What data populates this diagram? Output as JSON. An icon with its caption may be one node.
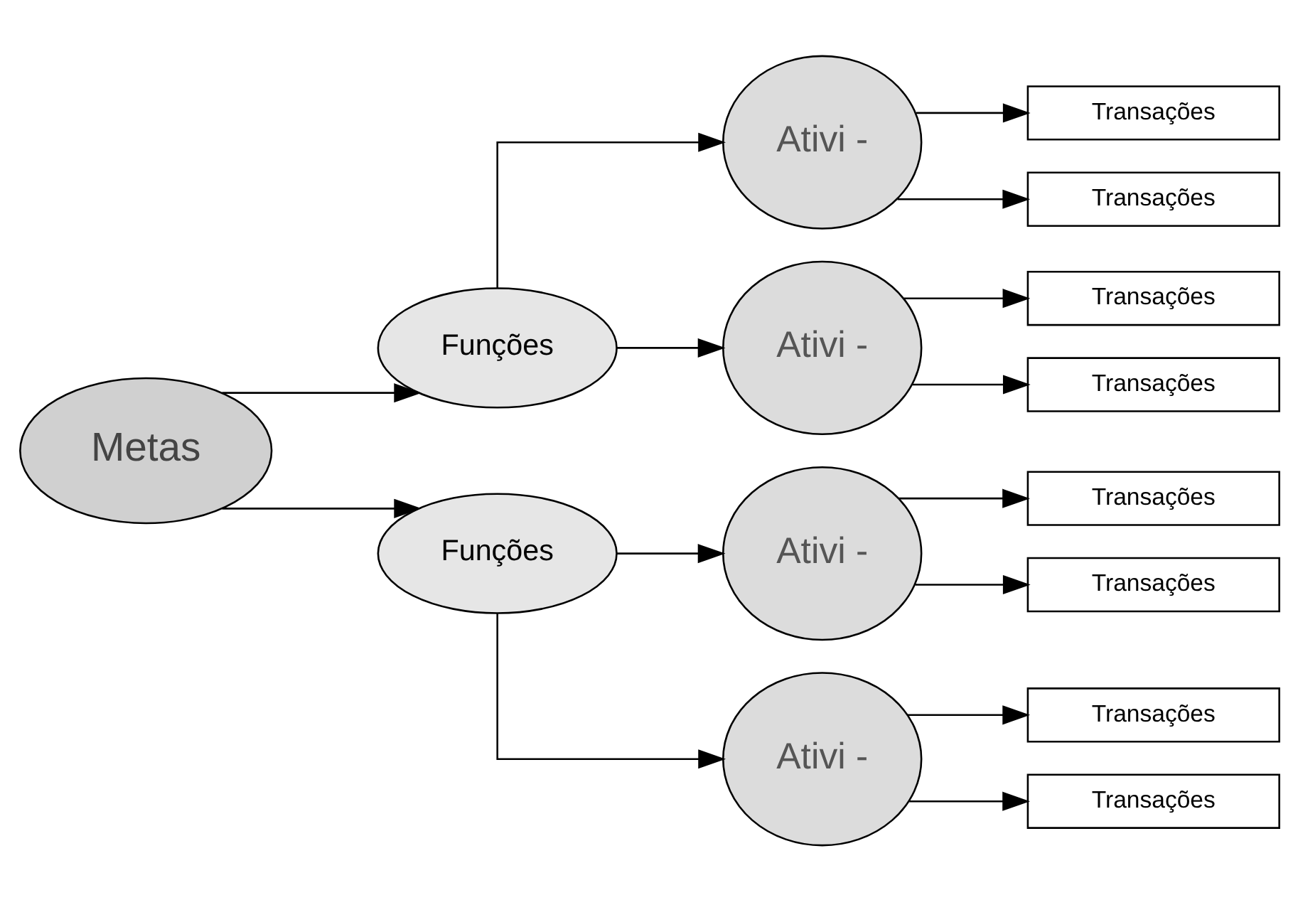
{
  "diagram": {
    "nodes": [
      {
        "text": [
          "Metas"
        ]
      },
      {
        "text": [
          "Funções"
        ]
      },
      {
        "text": [
          "Funções"
        ]
      },
      {
        "text": [
          "Ativi -"
        ]
      },
      {
        "text": [
          "Ativi -"
        ]
      },
      {
        "text": [
          "Ativi -"
        ]
      },
      {
        "text": [
          "Ativi -"
        ]
      },
      {
        "text": [
          "Transações"
        ]
      },
      {
        "text": [
          "Transações"
        ]
      },
      {
        "text": [
          "Transações"
        ]
      },
      {
        "text": [
          "Transações"
        ]
      },
      {
        "text": [
          "Transações"
        ]
      },
      {
        "text": [
          "Transações"
        ]
      },
      {
        "text": [
          "Transações"
        ]
      },
      {
        "text": [
          "Transações"
        ]
      }
    ],
    "edges": [
      {
        "from": 0,
        "to": 1,
        "arrow": "to"
      },
      {
        "from": 0,
        "to": 2,
        "arrow": "to"
      },
      {
        "from": 1,
        "to": 3,
        "arrow": "to"
      },
      {
        "from": 1,
        "to": 4,
        "arrow": "to"
      },
      {
        "from": 2,
        "to": 5,
        "arrow": "to"
      },
      {
        "from": 2,
        "to": 6,
        "arrow": "to"
      },
      {
        "from": 3,
        "to": 7,
        "arrow": "to"
      },
      {
        "from": 3,
        "to": 8,
        "arrow": "to"
      },
      {
        "from": 4,
        "to": 9,
        "arrow": "to"
      },
      {
        "from": 4,
        "to": 10,
        "arrow": "to"
      },
      {
        "from": 5,
        "to": 11,
        "arrow": "to"
      },
      {
        "from": 5,
        "to": 12,
        "arrow": "to"
      },
      {
        "from": 6,
        "to": 13,
        "arrow": "to"
      },
      {
        "from": 6,
        "to": 14,
        "arrow": "to"
      }
    ]
  }
}
